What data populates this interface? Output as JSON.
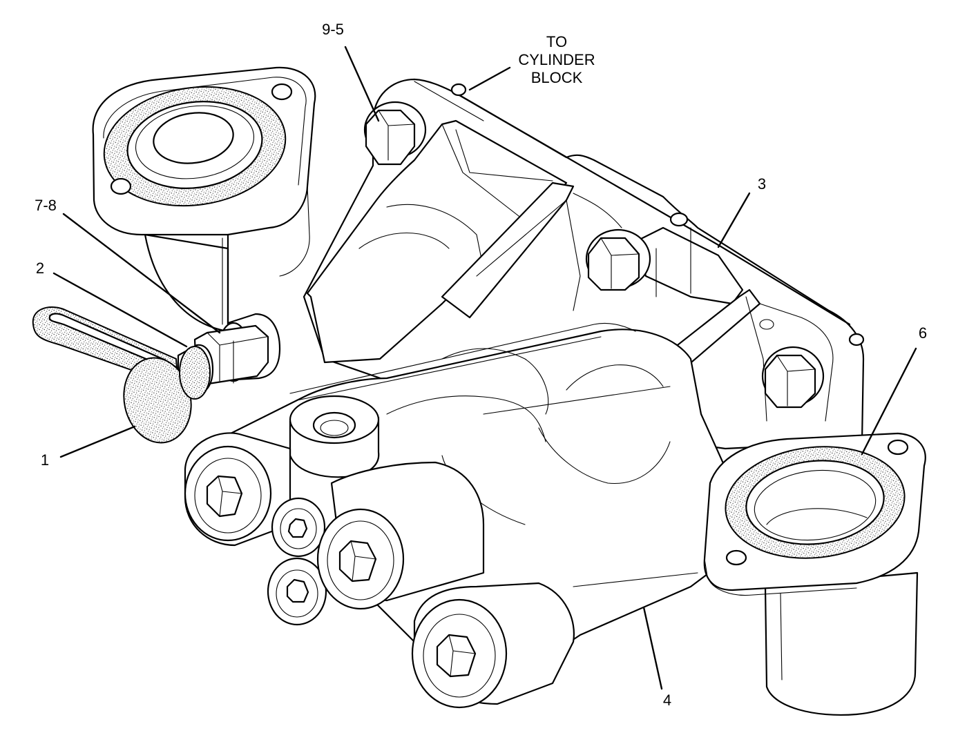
{
  "callouts": {
    "c1": "1",
    "c2": "2",
    "c3": "3",
    "c4": "4",
    "c6": "6",
    "c78": "7-8",
    "c95": "9-5",
    "to_block_1": "TO",
    "to_block_2": "CYLINDER",
    "to_block_3": "BLOCK"
  },
  "colors": {
    "line": "#000000",
    "background": "#ffffff",
    "stipple": "#8a8a8a"
  }
}
